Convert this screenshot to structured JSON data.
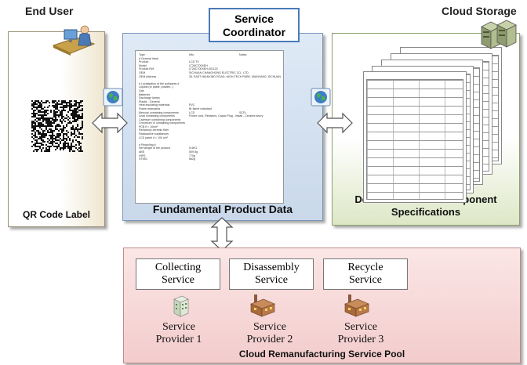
{
  "headings": {
    "end_user": "End User",
    "cloud_storage": "Cloud Storage"
  },
  "coordinator": {
    "line1": "Service",
    "line2": "Coordinator"
  },
  "panels": {
    "left_title": "QR Code Label",
    "mid_title": "Fundamental Product Data",
    "right_title_line1": "Detailed WEEE & Component",
    "right_title_line2": "Specifications",
    "bottom_title": "Cloud Remanufacturing Service Pool"
  },
  "services": [
    {
      "line1": "Collecting",
      "line2": "Service"
    },
    {
      "line1": "Disassembly",
      "line2": "Service"
    },
    {
      "line1": "Recycle",
      "line2": "Service"
    }
  ],
  "providers": [
    {
      "line1": "Service",
      "line2": "Provider 1"
    },
    {
      "line1": "Service",
      "line2": "Provider 2"
    },
    {
      "line1": "Service",
      "line2": "Provider 3"
    }
  ],
  "document_rows": [
    [
      "Type",
      "Info",
      "Notes"
    ],
    [
      "# General Info#",
      "",
      ""
    ],
    [
      "Product",
      "LCD TV",
      ""
    ],
    [
      "Model",
      "LT26C700XEH",
      ""
    ],
    [
      "Product Ref.",
      "LT26C700XEH-001122",
      ""
    ],
    [
      "OEM",
      "SICHUAN CHANGHONG ELECTRIC CO., LTD.",
      ""
    ],
    [
      "OEM Address",
      "35, EAST MIANXING ROAD, HIGH-TECH PARK, MIANYANG, SICHUAN",
      ""
    ],
    [
      "",
      "",
      ""
    ],
    [
      "# Localisation of the pollutants #",
      "",
      ""
    ],
    [
      "Liquids (or paste, powder...)",
      "",
      ""
    ],
    [
      "Gas",
      "",
      ""
    ],
    [
      "Batteries",
      "",
      ""
    ],
    [
      "Discharge lamps",
      "",
      ""
    ],
    [
      "Plastic - General",
      "",
      ""
    ],
    [
      "Heat insulating materials",
      "PVC",
      ""
    ],
    [
      "Flame retardants",
      "Br flame retardant",
      ""
    ],
    [
      "Mercury containing components",
      "LCD",
      "SCFL"
    ],
    [
      "Lead containing components",
      "Power cord, Resistors, Capac Plug - install - Ceramic slurry",
      ""
    ],
    [
      "Cadmium containing components",
      "",
      ""
    ],
    [
      "Chromium VI containing components",
      "",
      ""
    ],
    [
      "PCB if > 10cm²",
      "",
      ""
    ],
    [
      "Refractory ceramic fiber",
      "",
      ""
    ],
    [
      "Radioactive substances",
      "",
      ""
    ],
    [
      "LCD panel if > 100 cm²",
      "",
      ""
    ],
    [
      "",
      "",
      ""
    ],
    [
      "# Recycling #",
      "",
      ""
    ],
    [
      "Net weight of the product",
      "5.4KG",
      ""
    ],
    [
      "ABS",
      "509.5g",
      ""
    ],
    [
      "HIPS",
      "770g",
      ""
    ],
    [
      "STEEL",
      "662g",
      ""
    ]
  ]
}
